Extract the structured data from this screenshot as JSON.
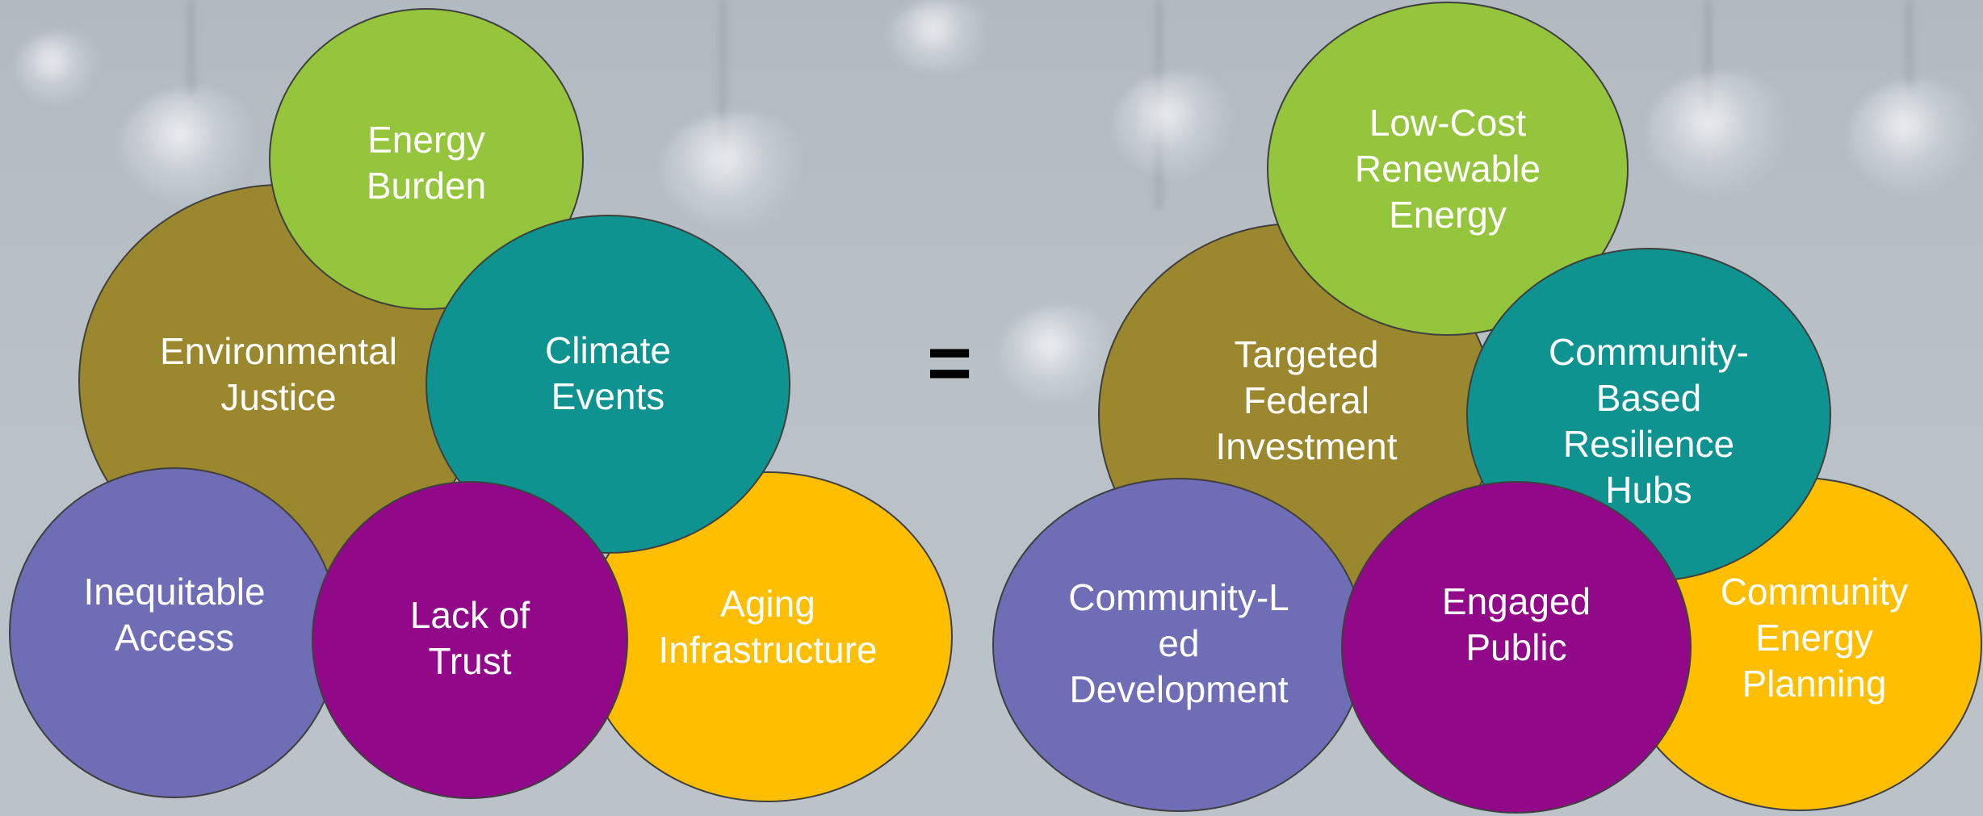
{
  "left_cluster": {
    "energy_burden": "Energy\nBurden",
    "environmental_justice": "Environmental\nJustice",
    "climate_events": "Climate\nEvents",
    "inequitable_access": "Inequitable\nAccess",
    "lack_of_trust": "Lack of\nTrust",
    "aging_infrastructure": "Aging\nInfrastructure"
  },
  "operator": "=",
  "right_cluster": {
    "low_cost_renewable": "Low-Cost\nRenewable\nEnergy",
    "targeted_federal": "Targeted\nFederal\nInvestment",
    "resilience_hubs": "Community-\nBased\nResilience\nHubs",
    "community_led": "Community-L\ned\nDevelopment",
    "engaged_public": "Engaged\nPublic",
    "energy_planning": "Community\nEnergy\nPlanning"
  },
  "colors": {
    "olive": "#9b872e",
    "green": "#95c53c",
    "teal": "#0e9390",
    "purple": "#6e6db5",
    "magenta": "#910989",
    "gold": "#ffbe00"
  }
}
